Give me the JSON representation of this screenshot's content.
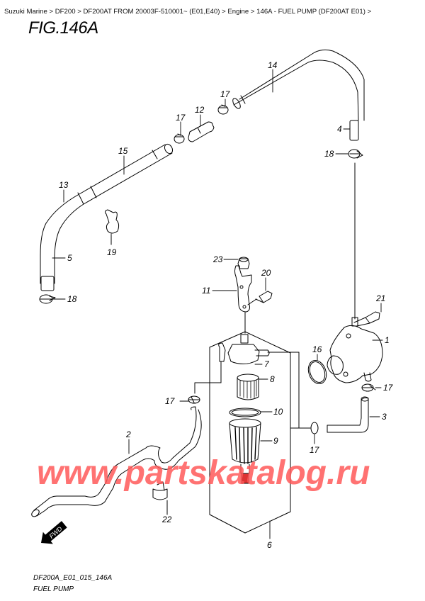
{
  "breadcrumb": {
    "items": [
      "Suzuki Marine",
      "DF200",
      "DF200AT FROM 20003F-510001~ (E01,E40)",
      "Engine",
      "146A - FUEL PUMP (DF200AT E01)"
    ],
    "separator": " > "
  },
  "figure": {
    "title": "FIG.146A",
    "code": "DF200A_E01_015_146A",
    "caption": "FUEL PUMP",
    "fwd_label": "FWD"
  },
  "watermark": {
    "text": "www.partskatalog.ru",
    "color": "#ff5a5a"
  },
  "callouts": {
    "c1": "1",
    "c2": "2",
    "c3": "3",
    "c4": "4",
    "c5": "5",
    "c6": "6",
    "c7": "7",
    "c8": "8",
    "c9": "9",
    "c10": "10",
    "c11": "11",
    "c12": "12",
    "c13": "13",
    "c14": "14",
    "c15": "15",
    "c16": "16",
    "c17a": "17",
    "c17b": "17",
    "c17c": "17",
    "c17d": "17",
    "c17e": "17",
    "c18a": "18",
    "c18b": "18",
    "c19": "19",
    "c20": "20",
    "c21": "21",
    "c22": "22",
    "c23": "23"
  }
}
